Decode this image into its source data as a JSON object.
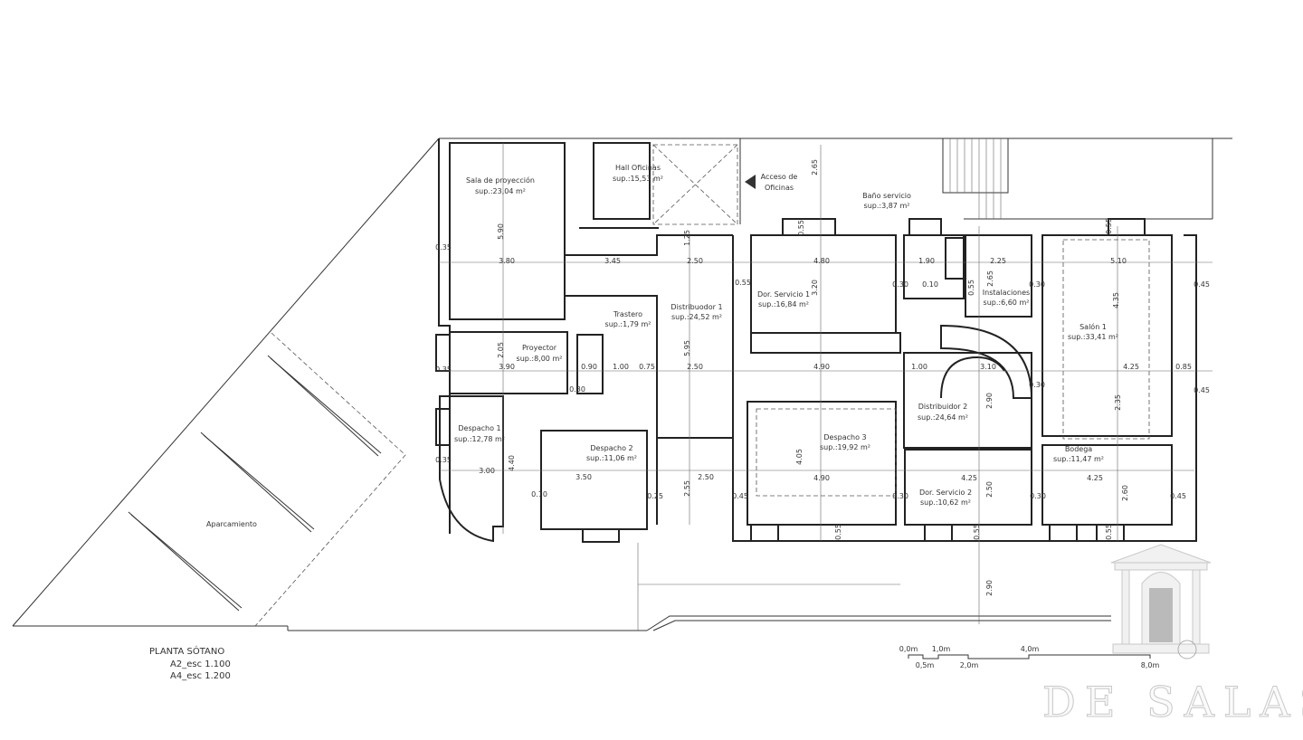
{
  "plan": {
    "title": "PLANTA SÓTANO",
    "scale_a2": "A2_esc 1.100",
    "scale_a4": "A4_esc 1.200"
  },
  "rooms": [
    {
      "name": "Sala de proyección",
      "area": "sup.:23,04 m²"
    },
    {
      "name": "Hall Oficinas",
      "area": "sup.:15,53 m²"
    },
    {
      "name": "Baño servicio",
      "area": "sup.:3,87 m²"
    },
    {
      "name": "Dor. Servicio 1",
      "area": "sup.:16,84 m²"
    },
    {
      "name": "Distribuodor 1",
      "area": "sup.:24,52 m²"
    },
    {
      "name": "Trastero",
      "area": "sup.:1,79 m²"
    },
    {
      "name": "Instalaciones",
      "area": "sup.:6,60 m²"
    },
    {
      "name": "Salón 1",
      "area": "sup.:33,41 m²"
    },
    {
      "name": "Proyector",
      "area": "sup.:8,00 m²"
    },
    {
      "name": "Distribuidor 2",
      "area": "sup.:24,64 m²"
    },
    {
      "name": "Despacho 1",
      "area": "sup.:12,78 m²"
    },
    {
      "name": "Despacho 3",
      "area": "sup.:19,92 m²"
    },
    {
      "name": "Despacho 2",
      "area": "sup.:11,06 m²"
    },
    {
      "name": "Bodega",
      "area": "sup.:11,47 m²"
    },
    {
      "name": "Dor. Servicio 2",
      "area": "sup.:10,62 m²"
    }
  ],
  "parking_label": "Aparcamiento",
  "access": {
    "line1": "Acceso de",
    "line2": "Oficinas"
  },
  "dims": [
    "3.80",
    "3.45",
    "2.50",
    "4.80",
    "1.90",
    "2.25",
    "5.10",
    "5.90",
    "2.65",
    "3.20",
    "2.65",
    "4.35",
    "0.35",
    "0.55",
    "0.30",
    "0.10",
    "0.30",
    "0.45",
    "3.90",
    "0.90",
    "1.00",
    "0.75",
    "2.50",
    "4.90",
    "1.00",
    "3.10",
    "4.25",
    "0.85",
    "0.45",
    "2.05",
    "5.95",
    "1.25",
    "0.55",
    "0.55",
    "0.55",
    "3.00",
    "4.40",
    "3.50",
    "2.55",
    "2.50",
    "4.90",
    "4.25",
    "4.25",
    "4.05",
    "2.50",
    "2.60",
    "2.90",
    "2.35",
    "0.45",
    "0.30",
    "0.30",
    "0.45",
    "0.35",
    "0.35",
    "0.55",
    "0.55",
    "0.55",
    "2.90",
    "0.10",
    "0.25",
    "0.30",
    "0.30"
  ],
  "scale_bar": {
    "l0": "0,0m",
    "l05": "0,5m",
    "l1": "1,0m",
    "l2": "2,0m",
    "l4": "4,0m",
    "l8": "8,0m"
  },
  "brand": {
    "name": "DE SALAS"
  }
}
